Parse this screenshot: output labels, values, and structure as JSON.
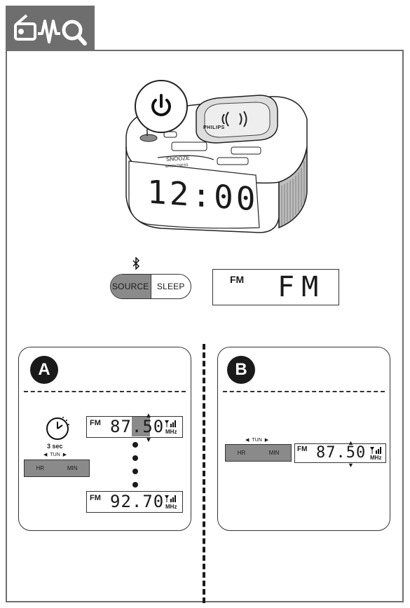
{
  "header": {
    "icon": "radio-wave-search-icon"
  },
  "product": {
    "brand": "PHILIPS",
    "clock_display": "12:00",
    "snooze_label": "SNOOZE",
    "brightness_label": "BRIGHTNESS",
    "power_icon": "power-icon"
  },
  "source_buttons": {
    "bt_icon": "bluetooth-icon",
    "source_label": "SOURCE",
    "sleep_label": "SLEEP"
  },
  "source_display": {
    "band": "FM",
    "readout": "FM"
  },
  "panel_a": {
    "badge": "A",
    "hold_time": "3 sec",
    "tun_label": "TUN",
    "hr_label": "HR",
    "min_label": "MIN",
    "display_top": {
      "band": "FM",
      "freq": "87.50",
      "unit": "MHz"
    },
    "display_bottom": {
      "band": "FM",
      "freq": "92.70",
      "unit": "MHz"
    }
  },
  "panel_b": {
    "badge": "B",
    "tun_label": "TUN",
    "hr_label": "HR",
    "min_label": "MIN",
    "display": {
      "band": "FM",
      "freq": "87.50",
      "unit": "MHz"
    }
  }
}
